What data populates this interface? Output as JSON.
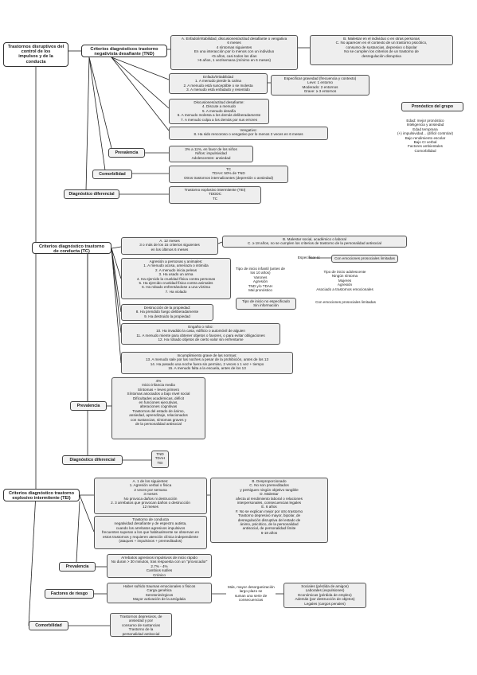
{
  "nodes": {
    "root": [
      "Trastornos disruptivos del",
      "control de los",
      "impulsos y de la",
      "conducta"
    ],
    "tnd_title": [
      "Criterios diagnósticos trastorno",
      "negativista desafiante (TND)"
    ],
    "tnd_a": [
      "A. Enfado/irritabilidad, discusiones/actitud desafiante o vengativa",
      "6 meses",
      "4 síntomas siguientes",
      "En una interacción por lo menos con un individuo",
      "<5 años, casi todos los días",
      ">5 años, 1 vez/semana (mínimo en 6 meses)"
    ],
    "tnd_b": [
      "B. Malestar en el individuo o en otras personas",
      "C. No aparecen en el contexto de un trastorno psicótico,",
      "consumo de sustancias, depresivo o bipolar",
      "No se cumplen los criterios de un trastorno de",
      "desregulación disruptiva"
    ],
    "tnd_irrit": [
      "Enfado/irritabilidad",
      "1. A menudo pierde la calma",
      "2. A menudo está susceptible o se molesta",
      "3. A menudo está enfadado y resentido"
    ],
    "tnd_grav": [
      "Especificar gravedad (frecuencia y contexto)",
      "Leve: 1 entorno",
      "Moderado: 2 entornos",
      "Grave: ≥ 3 entornos"
    ],
    "tnd_disc": [
      "Discusiones/actitud desafiante:",
      "4. Discute a menudo",
      "5. A menudo desafía",
      "6. A menudo molesta a los demás deliberadamente",
      "7. A menudo culpa a los demás por sus errores"
    ],
    "tnd_veng": [
      "Vengativo:",
      "8. Ha sido rencoroso o vengativo por lo menos 2 veces en 6 meses"
    ],
    "pronostico_title": [
      "Pronóstico del grupo"
    ],
    "pronostico": [
      "Edad: mejor pronóstico",
      "Inteligencia y ansiedad",
      "Edad temprana",
      "(+) impulsividad... (difícil controlar)",
      "Bajo rendimiento escolar",
      "Bajo CI verbal",
      "Factores ambientales",
      "Comorbilidad"
    ],
    "prevalencia_title": [
      "Prevalencia"
    ],
    "tnd_prev": [
      "3% a 11%, en favor de los niños",
      "Niños: impulsividad",
      "Adolescentes: ansiedad"
    ],
    "comorbilidad_title": [
      "Comorbilidad"
    ],
    "tnd_comorb": [
      "TC",
      "TDAH: 50% de TND",
      "Otros trastornos internalizantes (depresión o ansiedad)"
    ],
    "dd_title": [
      "Diagnóstico diferencial"
    ],
    "tnd_dd": [
      "Trastorno explosivo intermitente (TEI)",
      "TDDDC",
      "TC"
    ],
    "tc_title": [
      "Criterios diagnóstico trastorno",
      "de conducta (TC)"
    ],
    "tc_a": [
      "A. 12 meses",
      "3 o más de los 15 criterios siguientes",
      "en los últimos 6 meses"
    ],
    "tc_b": [
      "B. Malestar social, académico o laboral",
      "C. ≥ 18 años, no se cumplen los criterios de trastorno de la personalidad antisocial"
    ],
    "especificar_si": [
      "Especificar si:"
    ],
    "tc_emoc": [
      "Con emociones prosociales limitadas"
    ],
    "tc_agresion": [
      "Agresión a personas y animales:",
      "1. A menudo acosa, amenaza o intimida",
      "2. A menudo inicia peleas",
      "3. Ha usado un arma",
      "4. Ha ejercido la crueldad física contra personas",
      "5. Ha ejercido crueldad física contra animales",
      "6. Ha robado enfrentándose a una víctima",
      "7. Ha violado"
    ],
    "tc_inicio_inf": [
      "Tipo de inicio infantil (antes de",
      "los 10 años)",
      "Varones",
      "Agresión",
      "TND y/o TDAH",
      "Mal pronóstico"
    ],
    "tc_inicio_adol": [
      "Tipo de inicio adolescente",
      "Ningún síntoma",
      "Mujeres",
      "Agresión",
      "Asociado a trastornos emocionales"
    ],
    "tc_inicio_no": [
      "Tipo de inicio no especificado",
      "Sin información"
    ],
    "tc_destruccion": [
      "Destrucción de la propiedad:",
      "8. Ha prendido fuego deliberadamente",
      "9. Ha destruido la propiedad"
    ],
    "tc_engano": [
      "Engaño o robo:",
      "10. Ha invadido la casa, edificio o automóvil de alguien",
      "11. A menudo miente para obtener objetos o favores, o para evitar obligaciones",
      "12. Ha robado objetos de cierto valor sin enfrentarse"
    ],
    "tc_incump": [
      "Incumplimiento grave de las normas:",
      "13. A menudo sale por las noches a pesar de la prohibición, antes de los 13",
      "14. Ha pasado una noche fuera sin permiso, 2 veces o 1 vez + tiempo",
      "15. A menudo falta a la escuela, antes de los 13"
    ],
    "tc_prev": [
      "4%",
      "Inicio infancia media",
      "Síntomas + leves primero",
      "Síntomas asociados a bajo nivel social",
      "Dificultades académicas, déficit",
      "en funciones ejecutivas,",
      "alteraciones cognitivas",
      "Trastornos del estado de ánimo,",
      "ansiedad, aprendizaje, relacionados",
      "con sustancias, síntomas graves y",
      "de la personalidad antisocial"
    ],
    "tc_dd": [
      "TND",
      "TDAH",
      "TEI"
    ],
    "tei_title": [
      "Criterios diagnóstico trastorno",
      "explosivo intermitente (TEI)"
    ],
    "tei_a": [
      "A. 1 de los siguientes:",
      "1. Agresión verbal o física",
      "2 veces por semana",
      "3 meses",
      "No provoca daños ni destrucción",
      "2. 3 arrebatos que provocan daños o destrucción",
      "12 meses"
    ],
    "tei_b": [
      "B. Desproporcionado",
      "C. No son premeditados",
      "y persiguen ningún objetivo tangible",
      "D. Malestar",
      "afecta al rendimiento laboral o relaciones",
      "interpersonales, consecuencias legales",
      "E. 6 años",
      "F. No se explican mejor por otro trastorno",
      "Trastorno depresivo mayor, bipolar, de",
      "desregulación disruptiva del estado de",
      "ánimo, psicótico, de la personalidad",
      "antisocial, de personalidad límite",
      "6-18 años"
    ],
    "tei_tc": [
      "Trastorno de conducta",
      "negatividad desafiante y de espectro autista,",
      "cuando los arrebatos agresivos impulsivos",
      "frecuentes superan a los que habitualmente se observan en",
      "estos trastornos y requieren atención clínica independiente",
      "(ataques + impulsivos + premeditados)"
    ],
    "tei_prev": [
      "Arrebatos agresivos impulsivos de inicio rápido",
      "No duran > 30 minutos, tras respuesta con un \"provocador\"",
      "2.7% - 4%",
      "Cambios sutiles",
      "Crónico"
    ],
    "factores_title": [
      "Factores de riesgo"
    ],
    "tei_factores": [
      "Haber sufrido traumas emocionales o físicos",
      "Carga genética",
      "Serotoninérgicos",
      "Mayor activación de la amígdala"
    ],
    "tei_consec": [
      "Más, mayor desorganización en",
      "largo plazo se",
      "suman una serie de",
      "consecuencias"
    ],
    "tei_consec_list": [
      "Sociales (pérdida de amigos)",
      "Laborales (expulsiones)",
      "Económicas (pérdida de empleo)",
      "Además (por destrucción de objetos)",
      "Legales (cargos penales)"
    ],
    "tei_comorb": [
      "Trastornos depresivos, de",
      "ansiedad y por",
      "consumo de sustancias",
      "Trastorno de la",
      "personalidad antisocial"
    ]
  },
  "colors": {
    "line": "#222222",
    "box": "#eeeeee",
    "border": "#555555"
  }
}
